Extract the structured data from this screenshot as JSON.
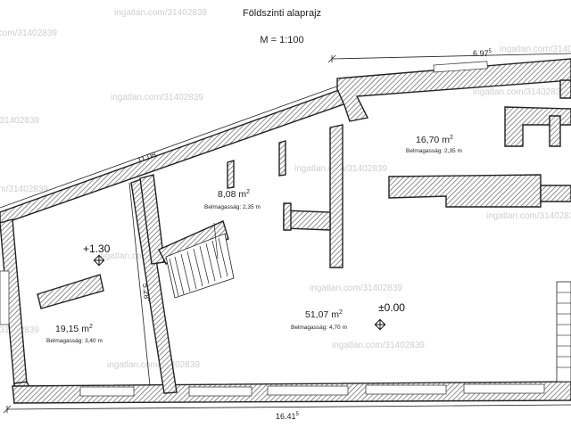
{
  "drawing": {
    "title": "Földszinti alaprajz",
    "scale": "M = 1:100"
  },
  "watermark": "ingatlan.com/31402839",
  "dimensions": {
    "top_right": "6.97",
    "top_right_sup": "5",
    "diagonal": "11.08",
    "stair_side": "5.28",
    "stair_side_sup": "5",
    "bottom": "16.41",
    "bottom_sup": "5"
  },
  "rooms": [
    {
      "area": "16,70",
      "unit": "m",
      "exp": "2",
      "height": "Belmagasság: 2,35 m"
    },
    {
      "area": "8,08",
      "unit": "m",
      "exp": "2",
      "height": "Belmagasság: 2,35 m"
    },
    {
      "area": "19,15",
      "unit": "m",
      "exp": "2",
      "height": "Belmagasság: 3,40 m"
    },
    {
      "area": "51,07",
      "unit": "m",
      "exp": "2",
      "height": "Belmagasság: 4,70 m"
    }
  ],
  "levels": {
    "left": "+1.30",
    "center": "±0.00"
  },
  "colors": {
    "wall_line": "#222222",
    "hatch": "#555555",
    "watermark": "#cfcfcf"
  }
}
